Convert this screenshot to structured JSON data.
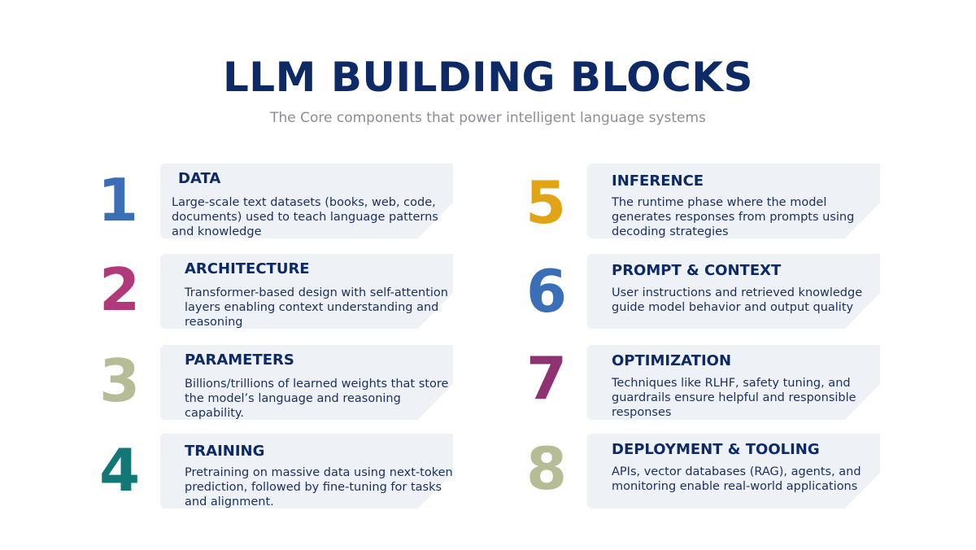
{
  "header": {
    "title": "LLM BUILDING BLOCKS",
    "subtitle": "The Core components that power intelligent language systems"
  },
  "colors": {
    "title": "#0d2a66",
    "card_bg": "#eef2f7",
    "blue": "#3a6fb8",
    "magenta": "#b0397a",
    "sage": "#b6bd96",
    "teal": "#127777",
    "gold": "#e2a417",
    "purple": "#8e3272"
  },
  "blocks": [
    {
      "number": "1",
      "color": "#3a6fb8",
      "title": "DATA",
      "desc": "Large-scale text datasets (books, web, code, documents) used to teach language patterns and knowledge"
    },
    {
      "number": "2",
      "color": "#b0397a",
      "title": "ARCHITECTURE",
      "desc": "Transformer-based design with self-attention layers enabling context understanding and reasoning"
    },
    {
      "number": "3",
      "color": "#b6bd96",
      "title": "PARAMETERS",
      "desc": "Billions/trillions of learned weights that store the model’s language and reasoning capability."
    },
    {
      "number": "4",
      "color": "#127777",
      "title": "TRAINING",
      "desc": "Pretraining on massive data using next-token prediction, followed by fine-tuning for tasks and alignment."
    },
    {
      "number": "5",
      "color": "#e2a417",
      "title": "INFERENCE",
      "desc": "The runtime phase where the model generates responses from prompts using decoding strategies"
    },
    {
      "number": "6",
      "color": "#3a6fb8",
      "title": "PROMPT & CONTEXT",
      "desc": "User instructions and retrieved knowledge guide model behavior and output quality"
    },
    {
      "number": "7",
      "color": "#8e3272",
      "title": "OPTIMIZATION",
      "desc": "Techniques like RLHF, safety tuning, and guardrails ensure helpful and responsible responses"
    },
    {
      "number": "8",
      "color": "#b6bd96",
      "title": "DEPLOYMENT & TOOLING",
      "desc": "APIs, vector databases (RAG), agents, and monitoring enable real-world applications"
    }
  ]
}
